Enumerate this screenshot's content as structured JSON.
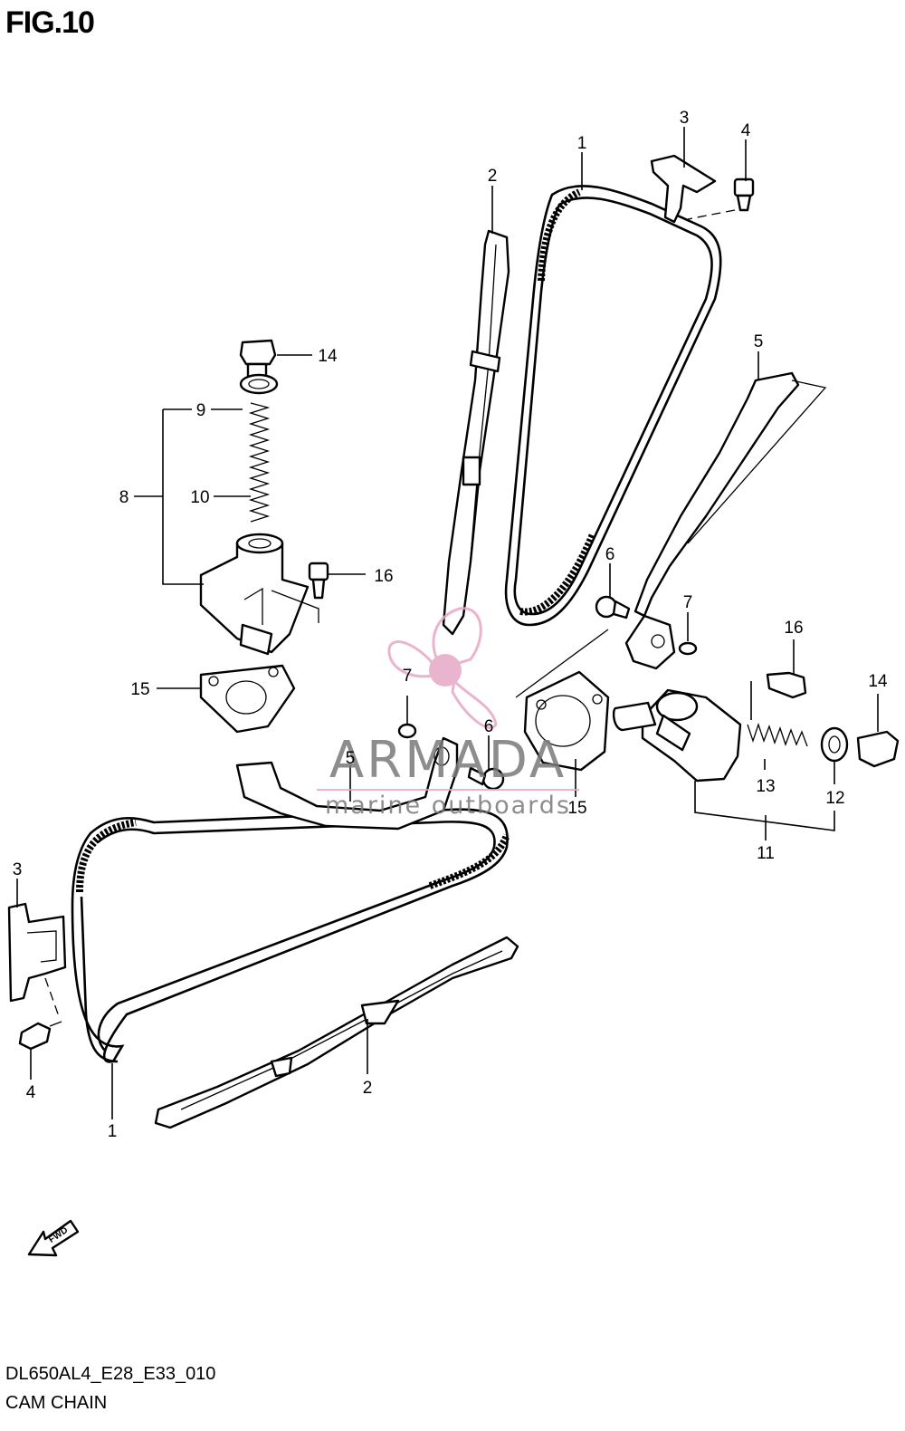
{
  "figure": {
    "title": "FIG.10",
    "code": "DL650AL4_E28_E33_010",
    "subtitle": "CAM CHAIN"
  },
  "fwd_label": "FWD",
  "watermark": {
    "brand": "ARMADA",
    "tagline": "marine outboards",
    "color": "#e6a8c6",
    "text_color": "#7a7a7a"
  },
  "callouts": [
    {
      "id": "c-2-top",
      "label": "2"
    },
    {
      "id": "c-1-top",
      "label": "1"
    },
    {
      "id": "c-3-top",
      "label": "3"
    },
    {
      "id": "c-4-top",
      "label": "4"
    },
    {
      "id": "c-14-left",
      "label": "14"
    },
    {
      "id": "c-9",
      "label": "9"
    },
    {
      "id": "c-8",
      "label": "8"
    },
    {
      "id": "c-10",
      "label": "10"
    },
    {
      "id": "c-16-left",
      "label": "16"
    },
    {
      "id": "c-15-left",
      "label": "15"
    },
    {
      "id": "c-5-right",
      "label": "5"
    },
    {
      "id": "c-6-right",
      "label": "6"
    },
    {
      "id": "c-7-right",
      "label": "7"
    },
    {
      "id": "c-16-right",
      "label": "16"
    },
    {
      "id": "c-14-right",
      "label": "14"
    },
    {
      "id": "c-7-mid",
      "label": "7"
    },
    {
      "id": "c-6-mid",
      "label": "6"
    },
    {
      "id": "c-5-mid",
      "label": "5"
    },
    {
      "id": "c-15-mid",
      "label": "15"
    },
    {
      "id": "c-13",
      "label": "13"
    },
    {
      "id": "c-12",
      "label": "12"
    },
    {
      "id": "c-11",
      "label": "11"
    },
    {
      "id": "c-3-bottom",
      "label": "3"
    },
    {
      "id": "c-4-bottom",
      "label": "4"
    },
    {
      "id": "c-2-bottom",
      "label": "2"
    },
    {
      "id": "c-1-bottom",
      "label": "1"
    }
  ]
}
